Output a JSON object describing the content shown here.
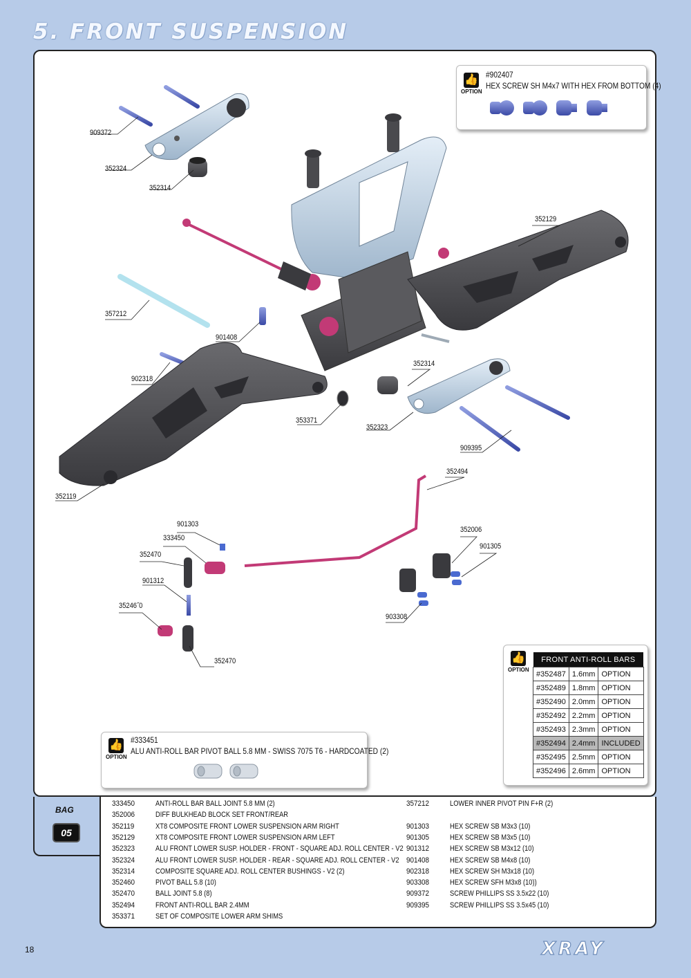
{
  "page": {
    "title": "5. FRONT SUSPENSION",
    "page_number": "18",
    "brand": "XRAY"
  },
  "callouts": [
    {
      "id": "909372",
      "text": "909372"
    },
    {
      "id": "352324",
      "text": "352324"
    },
    {
      "id": "352314a",
      "text": "352314"
    },
    {
      "id": "352129",
      "text": "352129"
    },
    {
      "id": "357212",
      "text": "357212"
    },
    {
      "id": "901408",
      "text": "901408"
    },
    {
      "id": "902318",
      "text": "902318"
    },
    {
      "id": "352314b",
      "text": "352314"
    },
    {
      "id": "353371",
      "text": "353371"
    },
    {
      "id": "352323",
      "text": "352323"
    },
    {
      "id": "909395",
      "text": "909395"
    },
    {
      "id": "352119",
      "text": "352119"
    },
    {
      "id": "352494",
      "text": "352494"
    },
    {
      "id": "901303",
      "text": "901303"
    },
    {
      "id": "333450",
      "text": "333450"
    },
    {
      "id": "352470a",
      "text": "352470"
    },
    {
      "id": "901312",
      "text": "901312"
    },
    {
      "id": "35246o",
      "text": "35246˝0"
    },
    {
      "id": "352470b",
      "text": "352470"
    },
    {
      "id": "352006",
      "text": "352006"
    },
    {
      "id": "901305",
      "text": "901305"
    },
    {
      "id": "903308",
      "text": "903308"
    }
  ],
  "option_screw": {
    "badge": "OPTION",
    "part": "#902407",
    "desc": "HEX SCREW SH M4x7 WITH HEX FROM BOTTOM  (4)"
  },
  "option_pivot": {
    "badge": "OPTION",
    "part": "#333451",
    "desc": "ALU ANTI-ROLL BAR PIVOT BALL 5.8 MM - SWISS 7075 T6 - HARDCOATED (2)"
  },
  "anti_roll_table": {
    "badge": "OPTION",
    "title": "FRONT ANTI-ROLL BARS",
    "rows": [
      {
        "part": "#352487",
        "size": "1.6mm",
        "status": "OPTION"
      },
      {
        "part": "#352489",
        "size": "1.8mm",
        "status": "OPTION"
      },
      {
        "part": "#352490",
        "size": "2.0mm",
        "status": "OPTION"
      },
      {
        "part": "#352492",
        "size": "2.2mm",
        "status": "OPTION"
      },
      {
        "part": "#352493",
        "size": "2.3mm",
        "status": "OPTION"
      },
      {
        "part": "#352494",
        "size": "2.4mm",
        "status": "INCLUDED"
      },
      {
        "part": "#352495",
        "size": "2.5mm",
        "status": "OPTION"
      },
      {
        "part": "#352496",
        "size": "2.6mm",
        "status": "OPTION"
      }
    ]
  },
  "bag": {
    "label": "BAG",
    "number": "05"
  },
  "parts_left": [
    {
      "code": "333450",
      "desc": "ANTI-ROLL BAR BALL JOINT 5.8 MM (2)"
    },
    {
      "code": "352006",
      "desc": "DIFF BULKHEAD BLOCK SET FRONT/REAR"
    },
    {
      "code": "352119",
      "desc": "XT8 COMPOSITE FRONT LOWER SUSPENSION ARM RIGHT"
    },
    {
      "code": "352129",
      "desc": "XT8 COMPOSITE FRONT LOWER SUSPENSION ARM LEFT"
    },
    {
      "code": "352323",
      "desc": "ALU FRONT LOWER SUSP. HOLDER - FRONT - SQUARE ADJ. ROLL CENTER - V2"
    },
    {
      "code": "352324",
      "desc": "ALU FRONT LOWER SUSP. HOLDER - REAR - SQUARE ADJ. ROLL CENTER - V2"
    },
    {
      "code": "352314",
      "desc": "COMPOSITE SQUARE ADJ. ROLL CENTER BUSHINGS - V2 (2)"
    },
    {
      "code": "352460",
      "desc": "PIVOT BALL 5.8 (10)"
    },
    {
      "code": "352470",
      "desc": "BALL JOINT 5.8 (8)"
    },
    {
      "code": "352494",
      "desc": "FRONT ANTI-ROLL BAR 2.4MM"
    },
    {
      "code": "353371",
      "desc": "SET OF COMPOSITE LOWER ARM SHIMS"
    }
  ],
  "parts_right": [
    {
      "code": "357212",
      "desc": "LOWER INNER PIVOT PIN F+R  (2)"
    },
    {
      "code": "901303",
      "desc": "HEX SCREW  SB M3x3  (10)"
    },
    {
      "code": "901305",
      "desc": "HEX SCREW  SB M3x5  (10)"
    },
    {
      "code": "901312",
      "desc": "HEX SCREW  SB M3x12  (10)"
    },
    {
      "code": "901408",
      "desc": "HEX SCREW  SB M4x8  (10)"
    },
    {
      "code": "902318",
      "desc": "HEX SCREW  SH M3x18  (10)"
    },
    {
      "code": "903308",
      "desc": "HEX SCREW  SFH M3x8  (10))"
    },
    {
      "code": "909372",
      "desc": "SCREW PHILLIPS SS 3.5x22  (10)"
    },
    {
      "code": "909395",
      "desc": "SCREW PHILLIPS SS 3.5x45  (10)"
    }
  ]
}
